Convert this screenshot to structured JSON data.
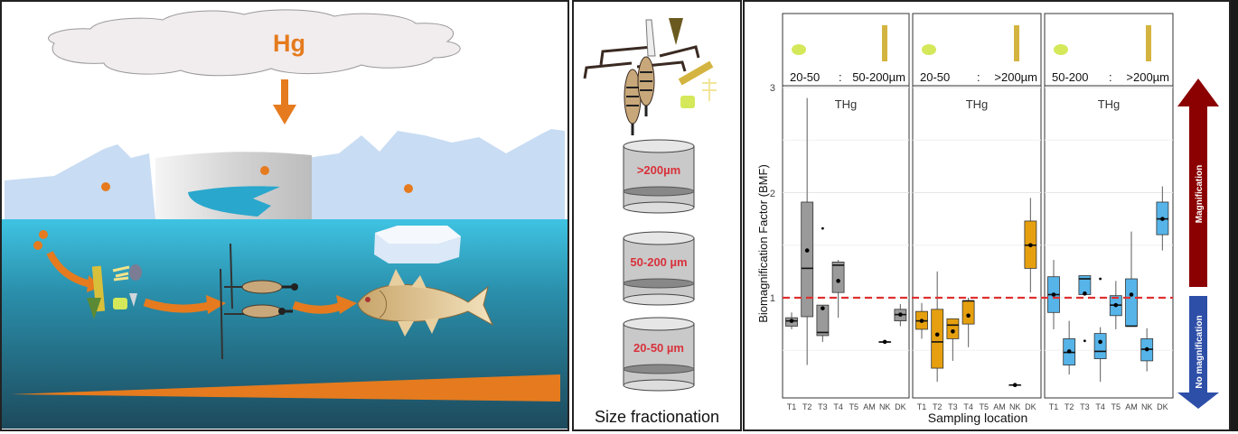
{
  "scene": {
    "element_label": "Hg",
    "colors": {
      "orange": "#e57b1e",
      "water_top": "#3fc3e2",
      "water_bottom": "#1d4a5c",
      "ice": "#c8dcf3"
    }
  },
  "fractionation": {
    "sieves": [
      ">200µm",
      "50-200 µm",
      "20-50 µm"
    ],
    "caption": "Size fractionation",
    "label_color": "#d9313b"
  },
  "magnification": {
    "up_label": "Magnification",
    "down_label": "No magnification",
    "up_color": "#8b0000",
    "down_color": "#2e4fa8"
  },
  "chart_data": {
    "type": "boxplot",
    "ylabel": "Biomagnification Factor (BMF)",
    "xlabel": "Sampling location",
    "ylim": [
      0,
      3
    ],
    "yticks": [
      "1",
      "2",
      "3"
    ],
    "reference_line": {
      "value": 1,
      "color": "#e03030",
      "style": "dashed"
    },
    "categories": [
      "T1",
      "T2",
      "T3",
      "T4",
      "T5",
      "AM",
      "NK",
      "DK"
    ],
    "panels": [
      {
        "strip": {
          "left": "20-50",
          "sep": ":",
          "right": "50-200µm"
        },
        "title": "THg",
        "color": "#9a9a9a",
        "boxes": [
          {
            "cat": "T1",
            "lo": 0.7,
            "q1": 0.73,
            "med": 0.78,
            "q3": 0.81,
            "hi": 0.86,
            "mean": 0.78
          },
          {
            "cat": "T2",
            "lo": 0.36,
            "q1": 0.82,
            "med": 1.28,
            "q3": 1.91,
            "hi": 2.9,
            "mean": 1.45
          },
          {
            "cat": "T3",
            "lo": 0.58,
            "q1": 0.64,
            "med": 0.67,
            "q3": 0.93,
            "hi": 0.93,
            "mean": 0.9,
            "outliers": [
              1.66
            ]
          },
          {
            "cat": "T4",
            "lo": 0.81,
            "q1": 1.05,
            "med": 1.31,
            "q3": 1.34,
            "hi": 1.36,
            "mean": 1.16
          },
          {
            "cat": "NK",
            "lo": 0.58,
            "q1": 0.58,
            "med": 0.58,
            "q3": 0.58,
            "hi": 0.58,
            "mean": 0.58
          },
          {
            "cat": "DK",
            "lo": 0.73,
            "q1": 0.78,
            "med": 0.84,
            "q3": 0.89,
            "hi": 0.94,
            "mean": 0.84
          }
        ]
      },
      {
        "strip": {
          "left": "20-50",
          "sep": ":",
          "right": ">200µm"
        },
        "title": "THg",
        "color": "#e6a00f",
        "boxes": [
          {
            "cat": "T1",
            "lo": 0.61,
            "q1": 0.7,
            "med": 0.78,
            "q3": 0.87,
            "hi": 0.95,
            "mean": 0.78
          },
          {
            "cat": "T2",
            "lo": 0.2,
            "q1": 0.33,
            "med": 0.58,
            "q3": 0.89,
            "hi": 1.25,
            "mean": 0.65
          },
          {
            "cat": "T3",
            "lo": 0.4,
            "q1": 0.61,
            "med": 0.74,
            "q3": 0.8,
            "hi": 0.8,
            "mean": 0.68
          },
          {
            "cat": "T4",
            "lo": 0.53,
            "q1": 0.75,
            "med": 0.97,
            "q3": 0.97,
            "hi": 1.0,
            "mean": 0.83
          },
          {
            "cat": "NK",
            "lo": 0.17,
            "q1": 0.17,
            "med": 0.17,
            "q3": 0.17,
            "hi": 0.17,
            "mean": 0.17
          },
          {
            "cat": "DK",
            "lo": 1.05,
            "q1": 1.28,
            "med": 1.5,
            "q3": 1.73,
            "hi": 1.95,
            "mean": 1.5
          }
        ]
      },
      {
        "strip": {
          "left": "50-200",
          "sep": ":",
          "right": ">200µm"
        },
        "title": "THg",
        "color": "#56b4e9",
        "boxes": [
          {
            "cat": "T1",
            "lo": 0.7,
            "q1": 0.86,
            "med": 1.03,
            "q3": 1.2,
            "hi": 1.36,
            "mean": 1.03
          },
          {
            "cat": "T2",
            "lo": 0.27,
            "q1": 0.36,
            "med": 0.48,
            "q3": 0.61,
            "hi": 0.78,
            "mean": 0.49
          },
          {
            "cat": "T3",
            "lo": 1.03,
            "q1": 1.03,
            "med": 1.18,
            "q3": 1.21,
            "hi": 1.21,
            "mean": 1.04,
            "outliers": [
              0.59
            ]
          },
          {
            "cat": "T4",
            "lo": 0.2,
            "q1": 0.42,
            "med": 0.49,
            "q3": 0.66,
            "hi": 0.72,
            "mean": 0.58,
            "outliers": [
              1.18
            ]
          },
          {
            "cat": "T5",
            "lo": 0.7,
            "q1": 0.83,
            "med": 0.93,
            "q3": 1.02,
            "hi": 1.16,
            "mean": 0.93
          },
          {
            "cat": "AM",
            "lo": 0.73,
            "q1": 0.73,
            "med": 0.73,
            "q3": 1.18,
            "hi": 1.63,
            "mean": 1.03
          },
          {
            "cat": "NK",
            "lo": 0.3,
            "q1": 0.4,
            "med": 0.51,
            "q3": 0.61,
            "hi": 0.71,
            "mean": 0.51
          },
          {
            "cat": "DK",
            "lo": 1.45,
            "q1": 1.6,
            "med": 1.75,
            "q3": 1.91,
            "hi": 2.06,
            "mean": 1.75
          }
        ]
      }
    ]
  }
}
